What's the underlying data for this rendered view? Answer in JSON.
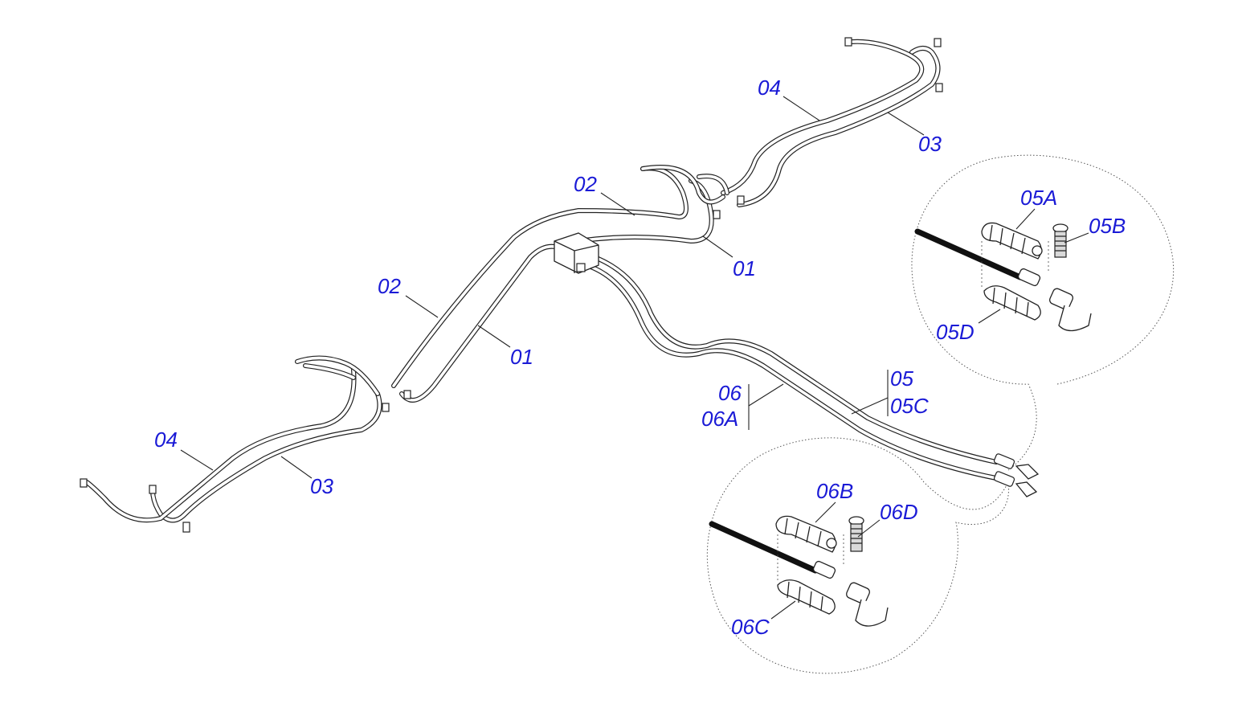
{
  "labels": {
    "l01a": "01",
    "l01b": "01",
    "l02a": "02",
    "l02b": "02",
    "l03a": "03",
    "l03b": "03",
    "l04a": "04",
    "l04b": "04",
    "l05": "05",
    "l05C": "05C",
    "l06": "06",
    "l06A": "06A",
    "l05A": "05A",
    "l05B": "05B",
    "l05D": "05D",
    "l06B": "06B",
    "l06C": "06C",
    "l06D": "06D"
  },
  "colors": {
    "callout": "#1a1ad6",
    "line": "#222222",
    "background": "#ffffff"
  }
}
